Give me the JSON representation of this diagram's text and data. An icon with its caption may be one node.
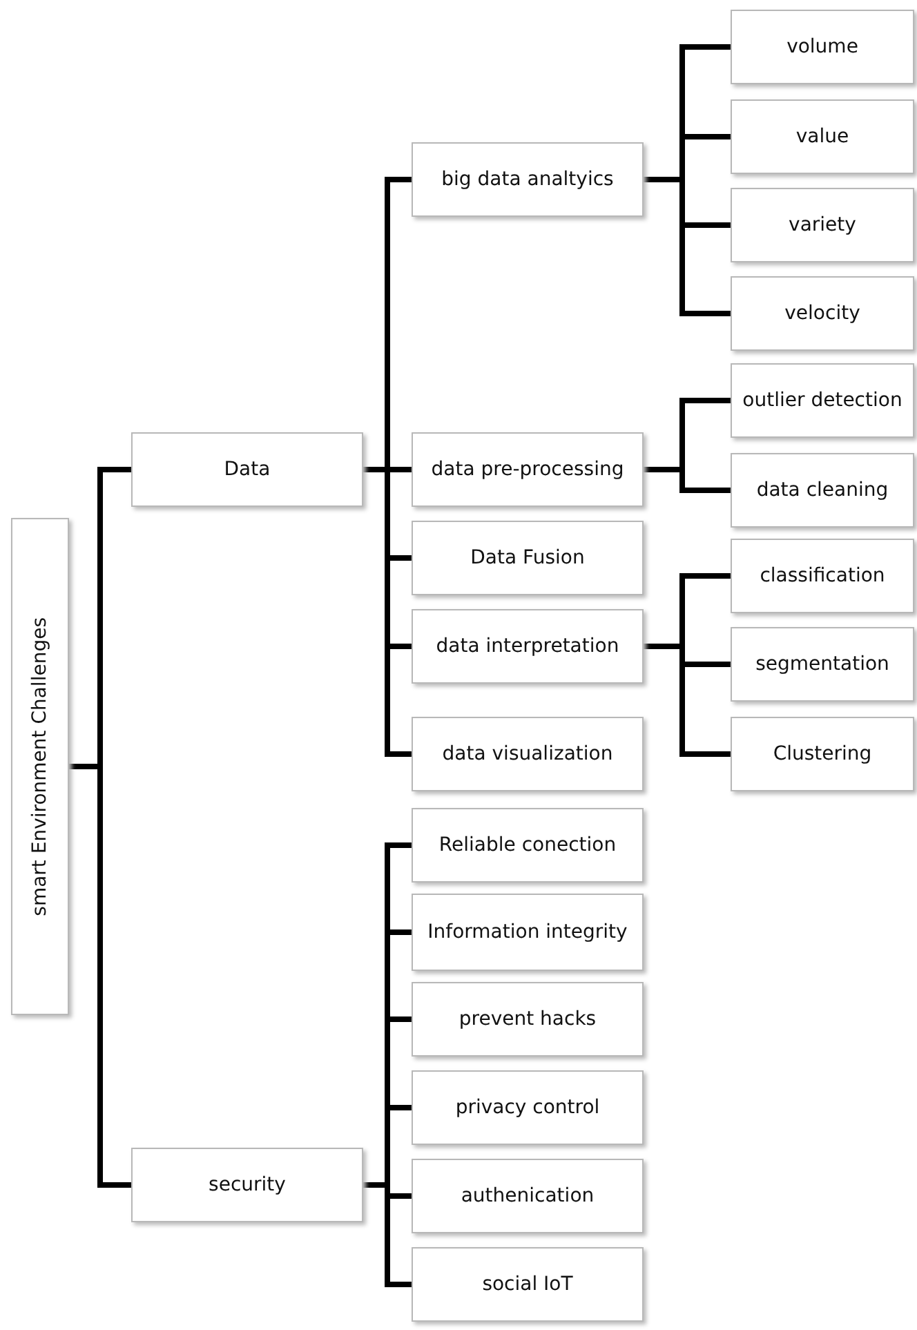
{
  "diagram": {
    "nodes": [
      {
        "text": [
          "smart Environment Challenges"
        ]
      },
      {
        "text": [
          "Data"
        ]
      },
      {
        "text": [
          "security"
        ]
      },
      {
        "text": [
          "big data analtyics"
        ]
      },
      {
        "text": [
          "data pre-processing"
        ]
      },
      {
        "text": [
          "Data Fusion"
        ]
      },
      {
        "text": [
          "data interpretation"
        ]
      },
      {
        "text": [
          "data visualization"
        ]
      },
      {
        "text": [
          "Reliable conection"
        ]
      },
      {
        "text": [
          "Information integrity"
        ]
      },
      {
        "text": [
          "prevent hacks"
        ]
      },
      {
        "text": [
          "privacy control"
        ]
      },
      {
        "text": [
          "authenication"
        ]
      },
      {
        "text": [
          "social IoT"
        ]
      },
      {
        "text": [
          "volume"
        ]
      },
      {
        "text": [
          "value"
        ]
      },
      {
        "text": [
          "variety"
        ]
      },
      {
        "text": [
          "velocity"
        ]
      },
      {
        "text": [
          "outlier detection"
        ]
      },
      {
        "text": [
          "data cleaning"
        ]
      },
      {
        "text": [
          "classification"
        ]
      },
      {
        "text": [
          "segmentation"
        ]
      },
      {
        "text": [
          "Clustering"
        ]
      }
    ],
    "edges": [
      {
        "from": 0,
        "to": 1,
        "arrow": "none"
      },
      {
        "from": 0,
        "to": 2,
        "arrow": "none"
      },
      {
        "from": 1,
        "to": 3,
        "arrow": "none"
      },
      {
        "from": 1,
        "to": 4,
        "arrow": "none"
      },
      {
        "from": 1,
        "to": 5,
        "arrow": "none"
      },
      {
        "from": 1,
        "to": 6,
        "arrow": "none"
      },
      {
        "from": 1,
        "to": 7,
        "arrow": "none"
      },
      {
        "from": 2,
        "to": 8,
        "arrow": "none"
      },
      {
        "from": 2,
        "to": 9,
        "arrow": "none"
      },
      {
        "from": 2,
        "to": 10,
        "arrow": "none"
      },
      {
        "from": 2,
        "to": 11,
        "arrow": "none"
      },
      {
        "from": 2,
        "to": 12,
        "arrow": "none"
      },
      {
        "from": 2,
        "to": 13,
        "arrow": "none"
      },
      {
        "from": 3,
        "to": 14,
        "arrow": "none"
      },
      {
        "from": 3,
        "to": 15,
        "arrow": "none"
      },
      {
        "from": 3,
        "to": 16,
        "arrow": "none"
      },
      {
        "from": 3,
        "to": 17,
        "arrow": "none"
      },
      {
        "from": 4,
        "to": 18,
        "arrow": "none"
      },
      {
        "from": 4,
        "to": 19,
        "arrow": "none"
      },
      {
        "from": 6,
        "to": 20,
        "arrow": "none"
      },
      {
        "from": 6,
        "to": 21,
        "arrow": "none"
      },
      {
        "from": 6,
        "to": 22,
        "arrow": "none"
      }
    ]
  }
}
